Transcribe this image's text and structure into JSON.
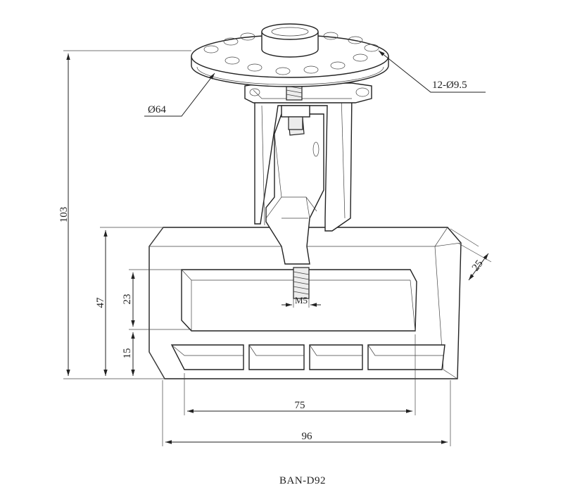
{
  "dimensions": {
    "height_total": "103",
    "plate_diameter": "Ø64",
    "holes": "12-Ø9.5",
    "frame_height": "47",
    "opening_height": "23",
    "lower_height": "15",
    "bevel": "25",
    "thread": "M5",
    "inner_width": "75",
    "outer_width": "96"
  },
  "model": "BAN-D92"
}
